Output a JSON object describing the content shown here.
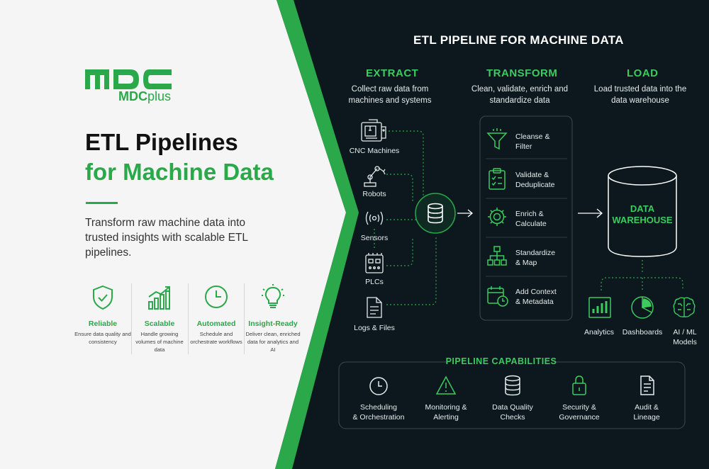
{
  "brand": {
    "logo_mark": "MDC",
    "name_bold": "MDC",
    "name_light": "plus"
  },
  "hero": {
    "title_line1": "ETL Pipelines",
    "title_line2": "for Machine Data",
    "subtitle": "Transform raw machine data into trusted insights with scalable ETL pipelines."
  },
  "features": [
    {
      "icon": "shield-check-icon",
      "title": "Reliable",
      "desc": "Ensure data quality and consistency"
    },
    {
      "icon": "bar-chart-growth-icon",
      "title": "Scalable",
      "desc": "Handle growing volumes of machine data"
    },
    {
      "icon": "clock-icon",
      "title": "Automated",
      "desc": "Schedule and orchestrate workflows"
    },
    {
      "icon": "lightbulb-icon",
      "title": "Insight-Ready",
      "desc": "Deliver clean, enriched data for analytics and AI"
    }
  ],
  "diagram": {
    "title": "ETL PIPELINE FOR MACHINE DATA",
    "extract": {
      "title": "EXTRACT",
      "desc": "Collect raw data from machines and systems",
      "sources": [
        {
          "icon": "cnc-machine-icon",
          "label": "CNC Machines"
        },
        {
          "icon": "robot-arm-icon",
          "label": "Robots"
        },
        {
          "icon": "sensor-icon",
          "label": "Sensors"
        },
        {
          "icon": "plc-icon",
          "label": "PLCs"
        },
        {
          "icon": "document-icon",
          "label": "Logs & Files"
        }
      ]
    },
    "transform": {
      "title": "TRANSFORM",
      "desc": "Clean, validate, enrich and standardize data",
      "steps": [
        {
          "icon": "funnel-icon",
          "label_l1": "Cleanse &",
          "label_l2": "Filter"
        },
        {
          "icon": "clipboard-check-icon",
          "label_l1": "Validate &",
          "label_l2": "Deduplicate"
        },
        {
          "icon": "gear-icon",
          "label_l1": "Enrich &",
          "label_l2": "Calculate"
        },
        {
          "icon": "hierarchy-icon",
          "label_l1": "Standardize",
          "label_l2": "& Map"
        },
        {
          "icon": "calendar-clock-icon",
          "label_l1": "Add Context",
          "label_l2": "& Metadata"
        }
      ]
    },
    "load": {
      "title": "LOAD",
      "desc": "Load trusted data into the data warehouse",
      "warehouse_l1": "DATA",
      "warehouse_l2": "WAREHOUSE",
      "outputs": [
        {
          "icon": "bar-chart-icon",
          "label_l1": "Analytics",
          "label_l2": ""
        },
        {
          "icon": "pie-chart-icon",
          "label_l1": "Dashboards",
          "label_l2": ""
        },
        {
          "icon": "brain-icon",
          "label_l1": "AI / ML",
          "label_l2": "Models"
        }
      ]
    },
    "capabilities": {
      "title": "PIPELINE CAPABILITIES",
      "items": [
        {
          "icon": "clock-icon",
          "label_l1": "Scheduling",
          "label_l2": "& Orchestration"
        },
        {
          "icon": "warning-icon",
          "label_l1": "Monitoring &",
          "label_l2": "Alerting"
        },
        {
          "icon": "database-icon",
          "label_l1": "Data Quality",
          "label_l2": "Checks"
        },
        {
          "icon": "lock-icon",
          "label_l1": "Security &",
          "label_l2": "Governance"
        },
        {
          "icon": "audit-document-icon",
          "label_l1": "Audit &",
          "label_l2": "Lineage"
        }
      ]
    }
  },
  "colors": {
    "green": "#2aa84a",
    "bright_green": "#3ccb5e",
    "dark_bg": "#0d1a1f",
    "light_bg": "#f4f5f4"
  }
}
